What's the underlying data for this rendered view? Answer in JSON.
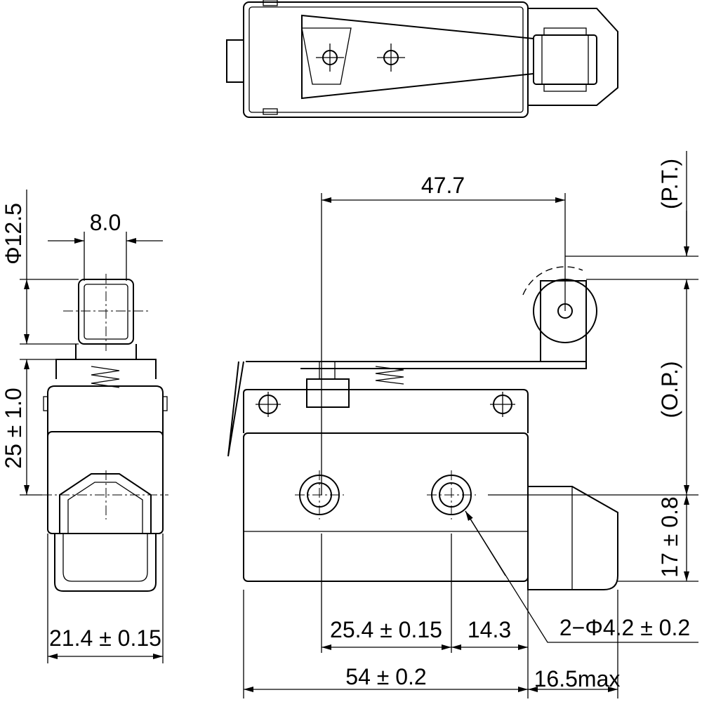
{
  "title": "Roller lever limit switch dimensional drawing",
  "dimensions": {
    "lever_length": "47.7",
    "pretravel": "(P.T.)",
    "roller_width": "8.0",
    "roller_diameter": "Φ12.5",
    "side_height": "25 ± 1.0",
    "operating_position": "(O.P.)",
    "plunger_height": "17 ± 0.8",
    "body_width": "21.4 ± 0.15",
    "hole_pitch": "25.4 ± 0.15",
    "hole_to_edge": "14.3",
    "mounting_holes": "2−Φ4.2 ± 0.2",
    "body_length": "54 ± 0.2",
    "plunger_max": "16.5max"
  }
}
